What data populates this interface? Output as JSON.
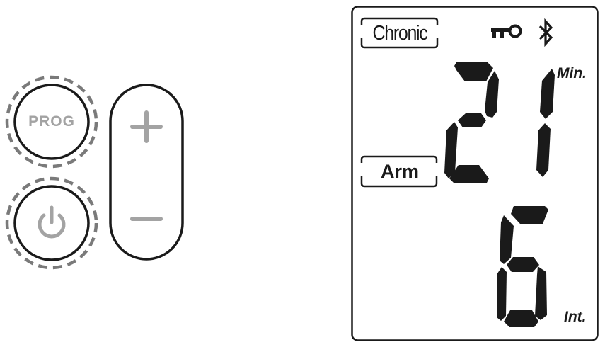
{
  "controls": {
    "prog_button": {
      "label": "PROG"
    },
    "power_button": {
      "icon": "power-icon"
    },
    "adjust_rocker": {
      "increase": {
        "icon": "plus-icon"
      },
      "decrease": {
        "icon": "minus-icon"
      }
    }
  },
  "lcd": {
    "mode_label": "Chronic",
    "zone_label": "Arm",
    "indicators": [
      "key-lock-icon",
      "bluetooth-icon"
    ],
    "time": {
      "value": "21",
      "unit": "Min."
    },
    "intensity": {
      "value": "6",
      "unit": "Int."
    }
  },
  "colors": {
    "outline": "#1a1a1a",
    "dashed_ring": "#7a7a7a",
    "button_glyph": "#a3a3a3",
    "lcd_segment": "#1a1a1a",
    "background": "#ffffff"
  }
}
